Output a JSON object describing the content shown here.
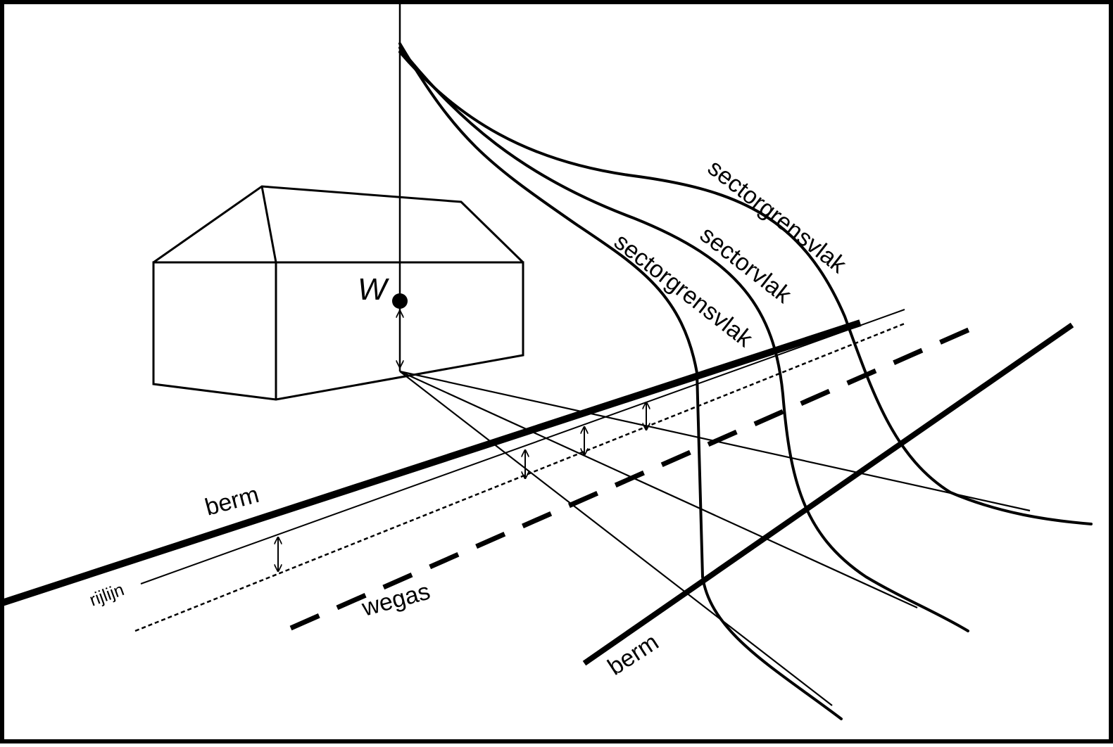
{
  "diagram": {
    "labels": {
      "point_w": "W",
      "sector_boundary_upper": "sectorgrensvlak",
      "sector_plane": "sectorvlak",
      "sector_boundary_lower": "sectorgrensvlak",
      "berm_left": "berm",
      "berm_right": "berm",
      "driving_line": "rijlijn",
      "road_axis": "wegas"
    },
    "colors": {
      "stroke": "#000000",
      "background": "#ffffff"
    }
  }
}
